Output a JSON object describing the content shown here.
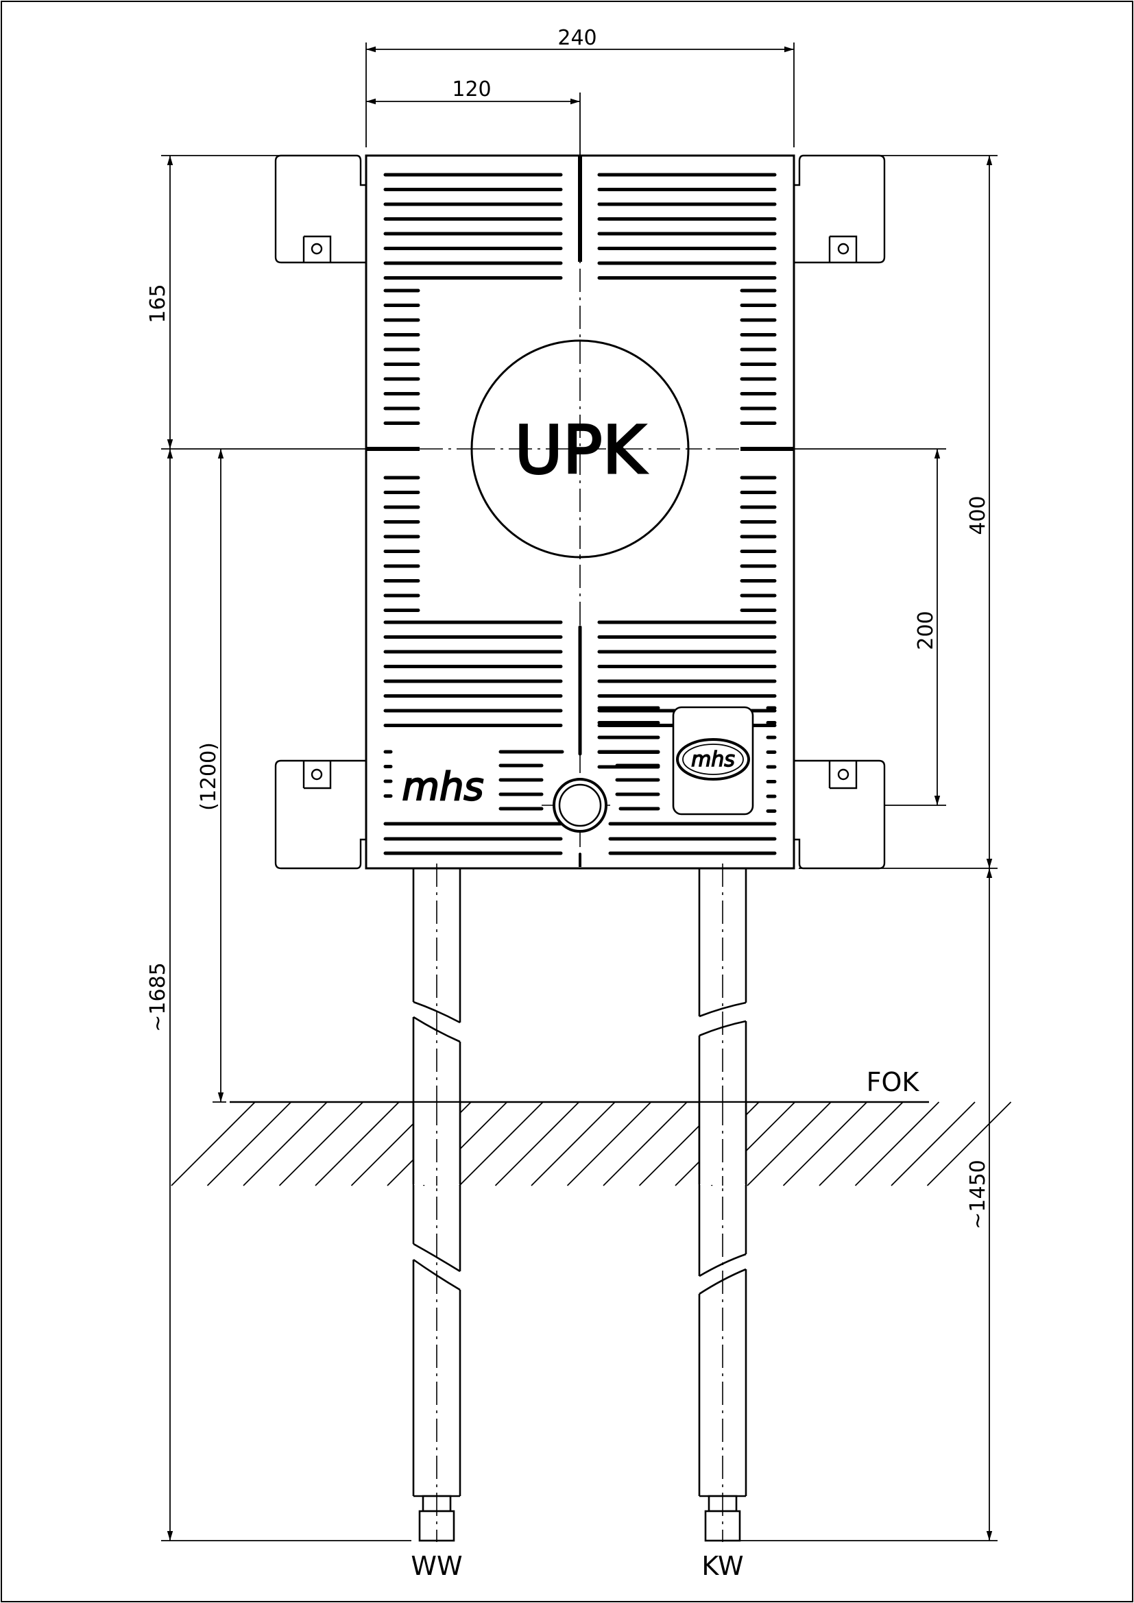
{
  "dimensions": {
    "width_total": "240",
    "width_half": "120",
    "height_upper": "165",
    "height_total": "400",
    "height_connection": "200",
    "height_reference": "(1200)",
    "height_overall": "~1685",
    "height_pipes": "~1450"
  },
  "labels": {
    "box_label": "UPK",
    "brand_left": "mhs",
    "brand_badge": "mhs",
    "floor_level": "FOK",
    "pipe_left": "WW",
    "pipe_right": "KW"
  }
}
